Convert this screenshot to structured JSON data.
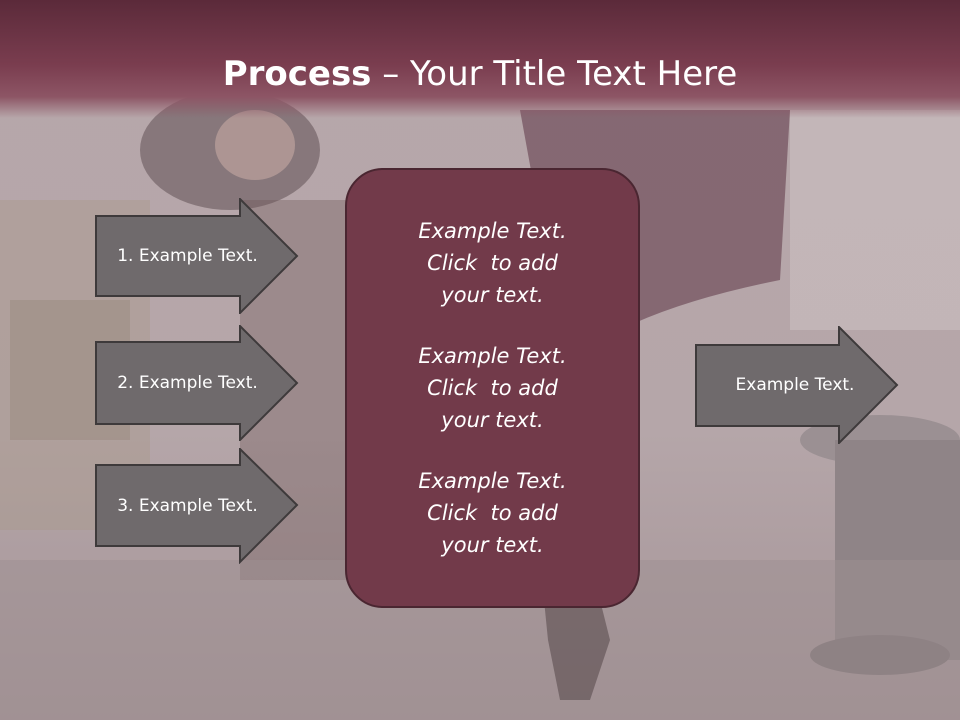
{
  "title": {
    "bold": "Process",
    "rest": " – Your Title Text Here"
  },
  "left_steps": [
    {
      "label": "1. Example Text."
    },
    {
      "label": "2. Example Text."
    },
    {
      "label": "3. Example Text."
    }
  ],
  "center_blocks": [
    {
      "line1": "Example Text.",
      "line2": "Click  to add",
      "line3": "your text."
    },
    {
      "line1": "Example Text.",
      "line2": "Click  to add",
      "line3": "your text."
    },
    {
      "line1": "Example Text.",
      "line2": "Click  to add",
      "line3": "your text."
    }
  ],
  "right_step": {
    "label": "Example Text."
  },
  "colors": {
    "header": "#7a3d4f",
    "center_box": "#723a4a",
    "arrow_fill": "#6f6a6c",
    "arrow_border": "#3e3a3b"
  }
}
